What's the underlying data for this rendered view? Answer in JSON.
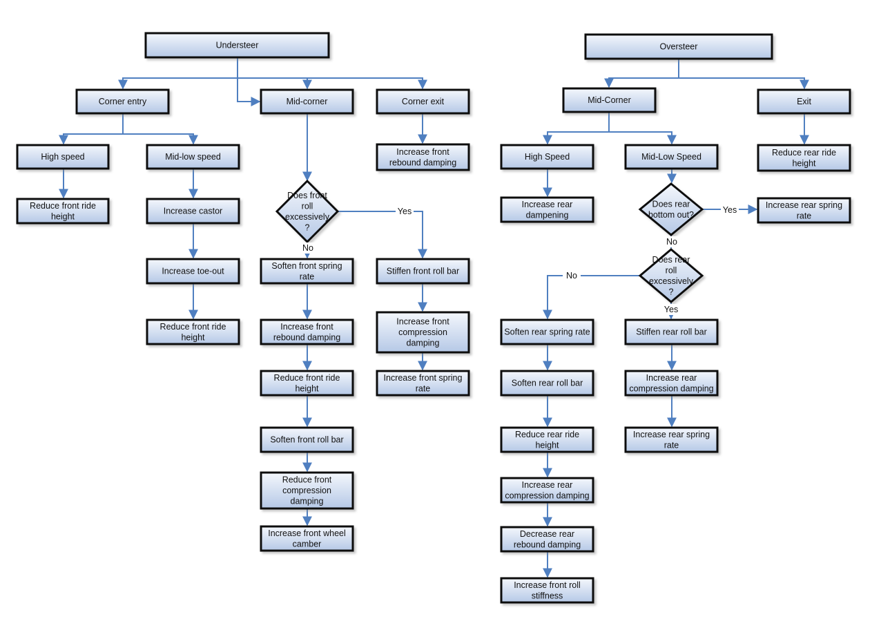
{
  "colors": {
    "box_top": "#f4f7fc",
    "box_bottom": "#b5c8e6",
    "border": "#111111",
    "connector": "#4f7fc0"
  },
  "edge_labels": {
    "yes": "Yes",
    "no": "No"
  },
  "understeer": {
    "root": [
      "Understeer"
    ],
    "corner_entry": [
      "Corner entry"
    ],
    "mid_corner": [
      "Mid-corner"
    ],
    "corner_exit": [
      "Corner exit"
    ],
    "high_speed": [
      "High speed"
    ],
    "mid_low_speed": [
      "Mid-low speed"
    ],
    "reduce_front_ride_height_hs": [
      "Reduce front ride",
      "height"
    ],
    "increase_castor": [
      "Increase castor"
    ],
    "increase_toe_out": [
      "Increase toe-out"
    ],
    "reduce_front_ride_height_ml": [
      "Reduce front ride",
      "height"
    ],
    "decision_front_roll": [
      "Does front",
      "roll",
      "excessively",
      "?"
    ],
    "soften_front_spring_rate": [
      "Soften front spring",
      "rate"
    ],
    "increase_front_rebound_mid": [
      "Increase front",
      "rebound damping"
    ],
    "reduce_front_ride_height_mid": [
      "Reduce front ride",
      "height"
    ],
    "soften_front_roll_bar": [
      "Soften front roll bar"
    ],
    "reduce_front_compression": [
      "Reduce front",
      "compression",
      "damping"
    ],
    "increase_front_wheel_camber": [
      "Increase front wheel",
      "camber"
    ],
    "stiffen_front_roll_bar": [
      "Stiffen front roll bar"
    ],
    "increase_front_compression": [
      "Increase front",
      "compression",
      "damping"
    ],
    "increase_front_spring_rate": [
      "Increase front spring",
      "rate"
    ],
    "increase_front_rebound_exit": [
      "Increase front",
      "rebound damping"
    ]
  },
  "oversteer": {
    "root": [
      "Oversteer"
    ],
    "mid_corner": [
      "Mid-Corner"
    ],
    "exit": [
      "Exit"
    ],
    "high_speed": [
      "High Speed"
    ],
    "mid_low_speed": [
      "Mid-Low Speed"
    ],
    "increase_rear_dampening": [
      "Increase rear",
      "dampening"
    ],
    "reduce_rear_ride_height_exit": [
      "Reduce rear ride",
      "height"
    ],
    "decision_rear_bottom": [
      "Does rear",
      "bottom out?"
    ],
    "increase_rear_spring_rate_yes": [
      "Increase rear spring",
      "rate"
    ],
    "decision_rear_roll": [
      "Does rear",
      "roll",
      "excessively",
      "?"
    ],
    "soften_rear_spring_rate": [
      "Soften rear spring rate"
    ],
    "soften_rear_roll_bar": [
      "Soften rear roll bar"
    ],
    "reduce_rear_ride_height": [
      "Reduce rear ride",
      "height"
    ],
    "increase_rear_compression_no": [
      "Increase rear",
      "compression damping"
    ],
    "decrease_rear_rebound": [
      "Decrease rear",
      "rebound damping"
    ],
    "increase_front_roll_stiffness": [
      "Increase front roll",
      "stiffness"
    ],
    "stiffen_rear_roll_bar": [
      "Stiffen rear roll bar"
    ],
    "increase_rear_compression_yes": [
      "Increase rear",
      "compression damping"
    ],
    "increase_rear_spring_rate": [
      "Increase rear spring",
      "rate"
    ]
  }
}
